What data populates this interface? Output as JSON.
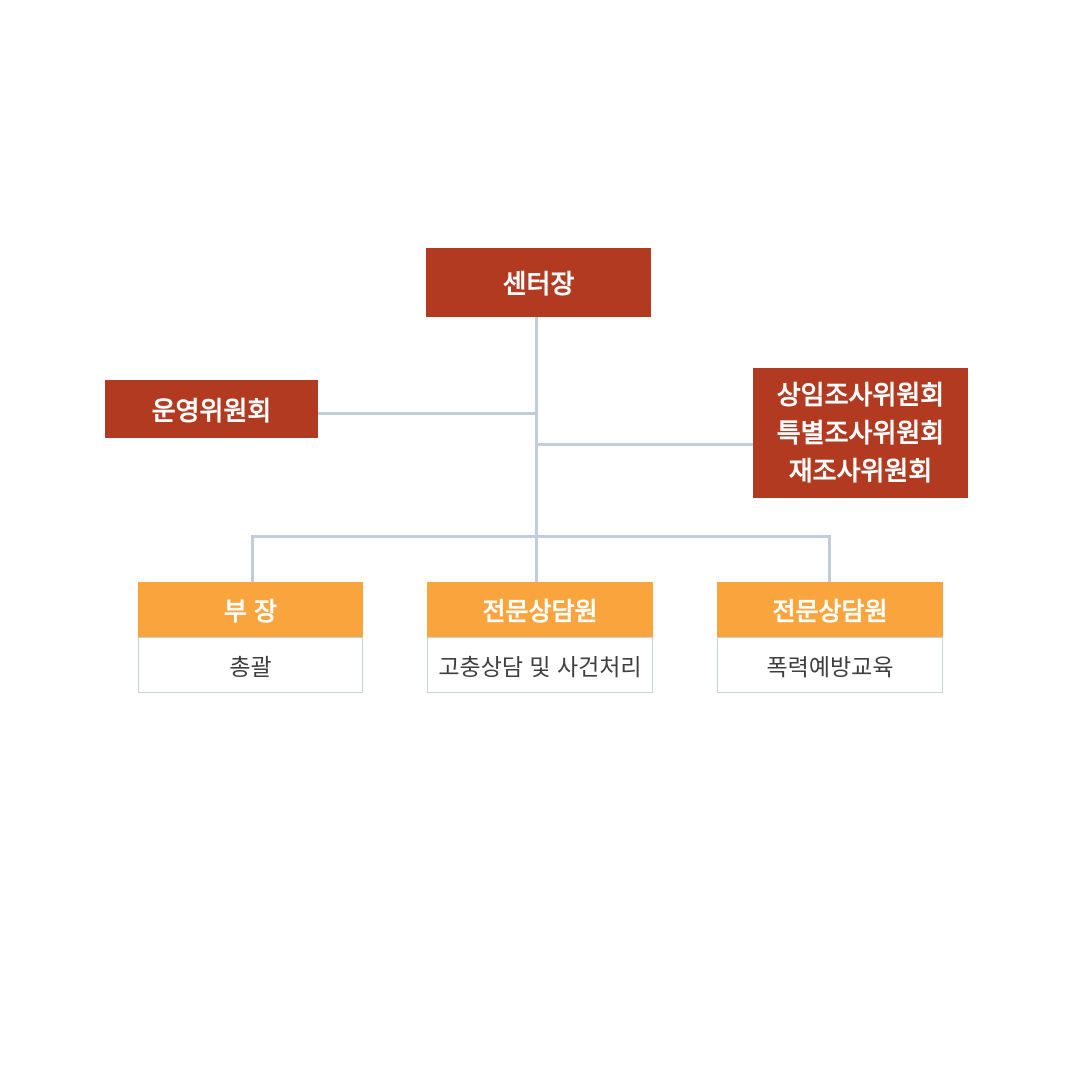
{
  "colors": {
    "primary_red": "#B13A21",
    "accent_orange": "#F9A43C",
    "connector": "#C2CCDA",
    "card_border": "#C9D0DA",
    "body_text": "#3F3F3F",
    "box_text": "#FFFFFF",
    "background": "#FFFFFF"
  },
  "org_chart": {
    "root": {
      "label": "센터장"
    },
    "left_committee": {
      "label": "운영위원회"
    },
    "right_committees": {
      "lines": [
        "상임조사위원회",
        "특별조사위원회",
        "재조사위원회"
      ]
    },
    "departments": [
      {
        "title": "부 장",
        "role": "총괄"
      },
      {
        "title": "전문상담원",
        "role": "고충상담 및 사건처리"
      },
      {
        "title": "전문상담원",
        "role": "폭력예방교육"
      }
    ]
  }
}
